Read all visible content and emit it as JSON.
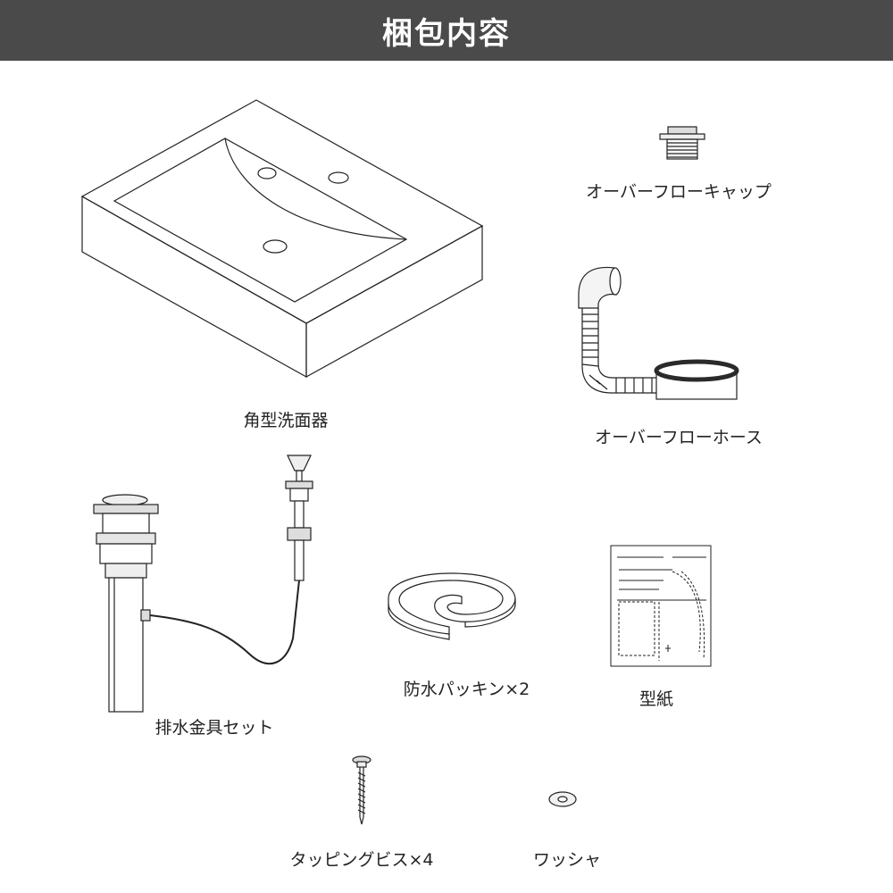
{
  "header": {
    "title": "梱包内容"
  },
  "items": {
    "basin": {
      "label": "角型洗面器"
    },
    "overflow_cap": {
      "label": "オーバーフローキャップ"
    },
    "overflow_hose": {
      "label": "オーバーフローホース"
    },
    "drain_set": {
      "label": "排水金具セット"
    },
    "packing": {
      "label": "防水パッキン×2"
    },
    "template": {
      "label": "型紙"
    },
    "screw": {
      "label": "タッピングビス×4"
    },
    "washer": {
      "label": "ワッシャ"
    }
  },
  "colors": {
    "header_bg": "#4a4a4a",
    "header_text": "#ffffff",
    "line": "#222222"
  }
}
